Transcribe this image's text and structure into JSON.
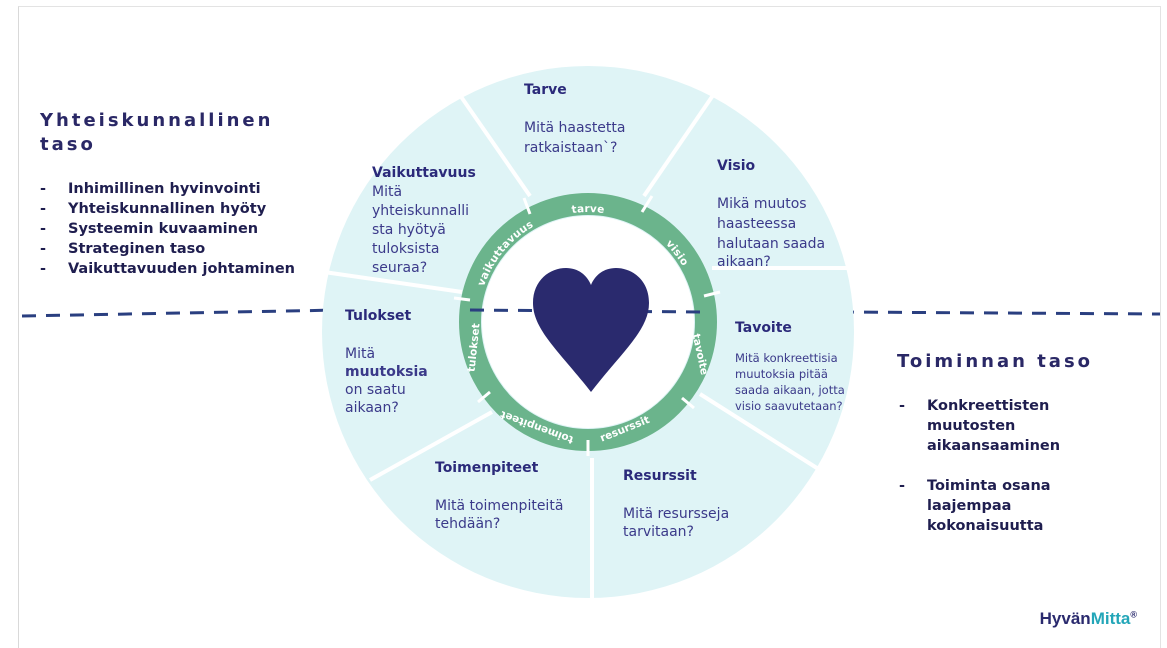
{
  "left_panel": {
    "heading_line1": "Yhteiskunnallinen",
    "heading_line2": "taso",
    "items": [
      "Inhimillinen hyvinvointi",
      "Yhteiskunnallinen hyöty",
      "Systeemin kuvaaminen",
      "Strateginen taso",
      "Vaikuttavuuden johtaminen"
    ]
  },
  "right_panel": {
    "heading": "Toiminnan taso",
    "items": [
      "Konkreettisten muutosten aikaansaaminen",
      "Toiminta osana laajempaa kokonaisuutta"
    ]
  },
  "segments": {
    "tarve": {
      "title": "Tarve",
      "lines": [
        "Mitä haastetta",
        "ratkaistaan`?"
      ]
    },
    "visio": {
      "title": "Visio",
      "lines": [
        "Mikä muutos",
        "haasteessa",
        "halutaan saada",
        "aikaan?"
      ]
    },
    "tavoite": {
      "title": "Tavoite",
      "lines": [
        "Mitä konkreettisia",
        "muutoksia pitää",
        "saada aikaan, jotta",
        "visio saavutetaan?"
      ]
    },
    "resurssit": {
      "title": "Resurssit",
      "lines": [
        "Mitä resursseja",
        "tarvitaan?"
      ]
    },
    "toimenpiteet": {
      "title": "Toimenpiteet",
      "lines": [
        "Mitä toimenpiteitä",
        "tehdään?"
      ]
    },
    "tulokset": {
      "title": "Tulokset",
      "lines": [
        "Mitä",
        "muutoksia",
        "on saatu",
        "aikaan?"
      ]
    },
    "vaikuttavuus": {
      "title": "Vaikuttavuus",
      "lines": [
        "Mitä",
        "yhteiskunnalli",
        "sta hyötyä",
        "tuloksista",
        "seuraa?"
      ]
    }
  },
  "ring_labels": {
    "tarve": "tarve",
    "visio": "visio",
    "tavoite": "tavoite",
    "resurssit": "resurssit",
    "toimenpiteet": "toimenpiteet",
    "tulokset": "tulokset",
    "vaikuttavuus": "vaikuttavuus"
  },
  "logo": {
    "part1": "Hyvän",
    "part2": "Mitta",
    "mark": "®"
  },
  "colors": {
    "outer_fill": "#dff4f6",
    "ring_green": "#6bb48c",
    "heart": "#2a2a6e",
    "dash_line": "#2a3f80",
    "text_dark": "#2b2a7a"
  },
  "icons": {
    "center": "heart-icon"
  }
}
